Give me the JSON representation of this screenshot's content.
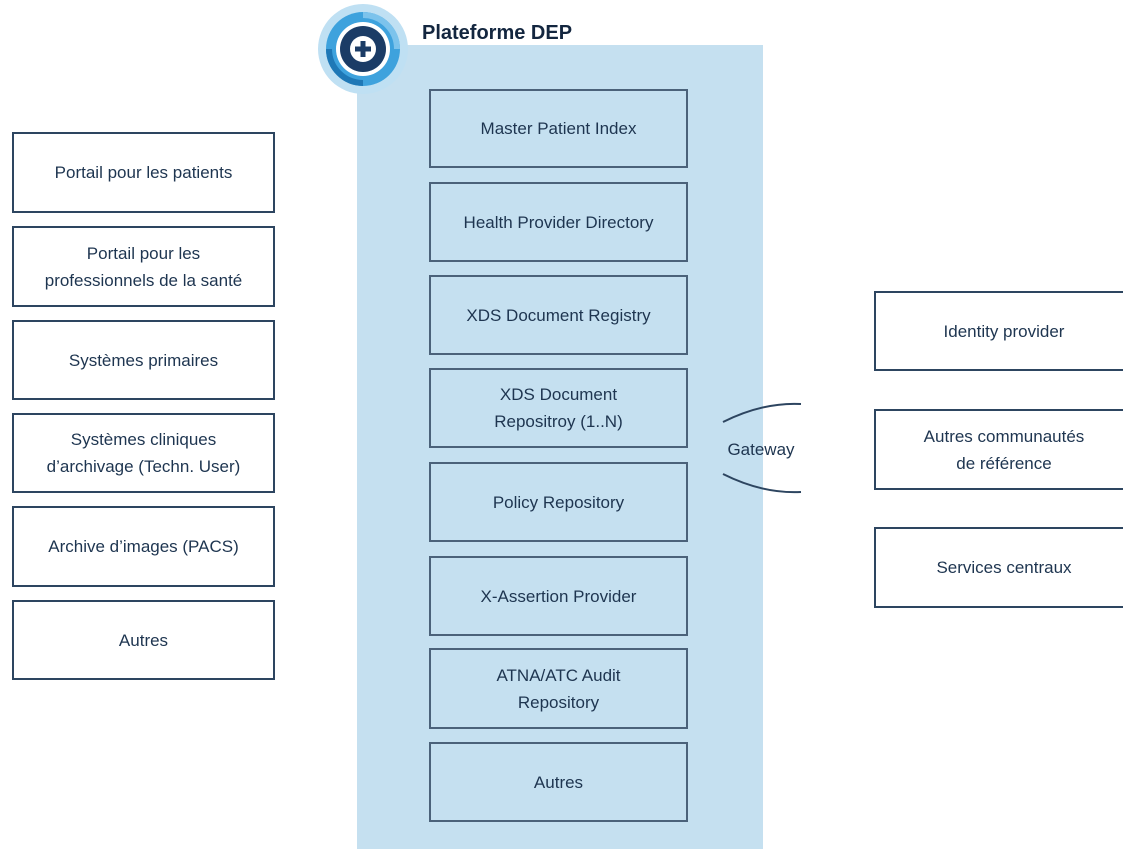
{
  "platform": {
    "title": "Plateforme DEP",
    "logo_icon": "medical-cross-icon",
    "components": [
      "Master Patient Index",
      "Health Provider Directory",
      "XDS Document Registry",
      "XDS Document\nRepositroy (1..N)",
      "Policy Repository",
      "X-Assertion Provider",
      "ATNA/ATC Audit\nRepository",
      "Autres"
    ]
  },
  "clients": [
    "Portail pour les patients",
    "Portail pour les\nprofessionnels de la santé",
    "Systèmes primaires",
    "Systèmes cliniques\nd’archivage (Techn. User)",
    "Archive d’images (PACS)",
    "Autres"
  ],
  "gateway": {
    "label": "Gateway"
  },
  "external": [
    "Identity provider",
    "Autres communautés\nde référence",
    "Services centraux"
  ],
  "colors": {
    "panel": "#c5e0f0",
    "border": "#2d4560",
    "text": "#1e3550",
    "logo_ring": "#2f96d4",
    "logo_center": "#1b3c66"
  }
}
